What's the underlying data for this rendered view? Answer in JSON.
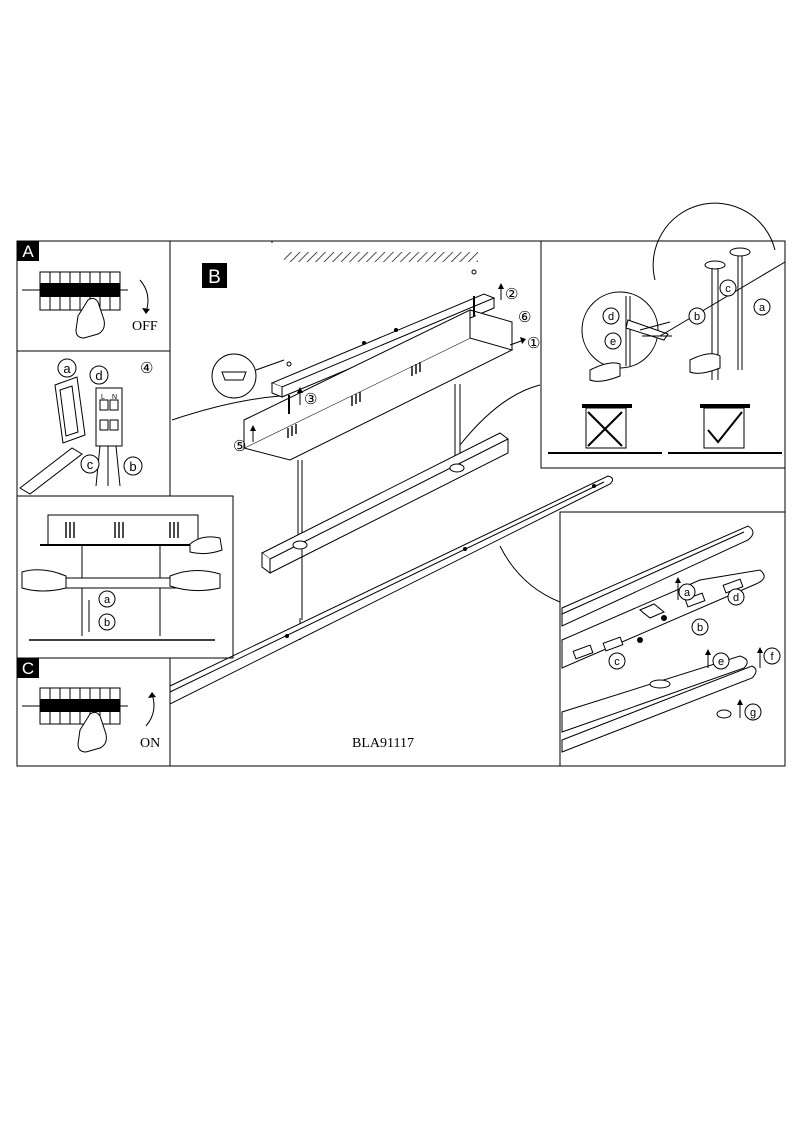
{
  "panels": {
    "A": {
      "letter": "A",
      "caption": "OFF"
    },
    "B": {
      "letter": "B"
    },
    "C": {
      "letter": "C",
      "caption": "ON"
    },
    "step4": {
      "number": "④"
    }
  },
  "model_code": "BLA91117",
  "step_numbers": {
    "s1": "①",
    "s2": "②",
    "s3": "③",
    "s5": "⑤",
    "s6": "⑥"
  },
  "letters": {
    "a": "a",
    "b": "b",
    "c": "c",
    "d": "d",
    "e": "e",
    "f": "f",
    "g": "g"
  },
  "terminal_labels": {
    "L": "L",
    "N": "N"
  }
}
